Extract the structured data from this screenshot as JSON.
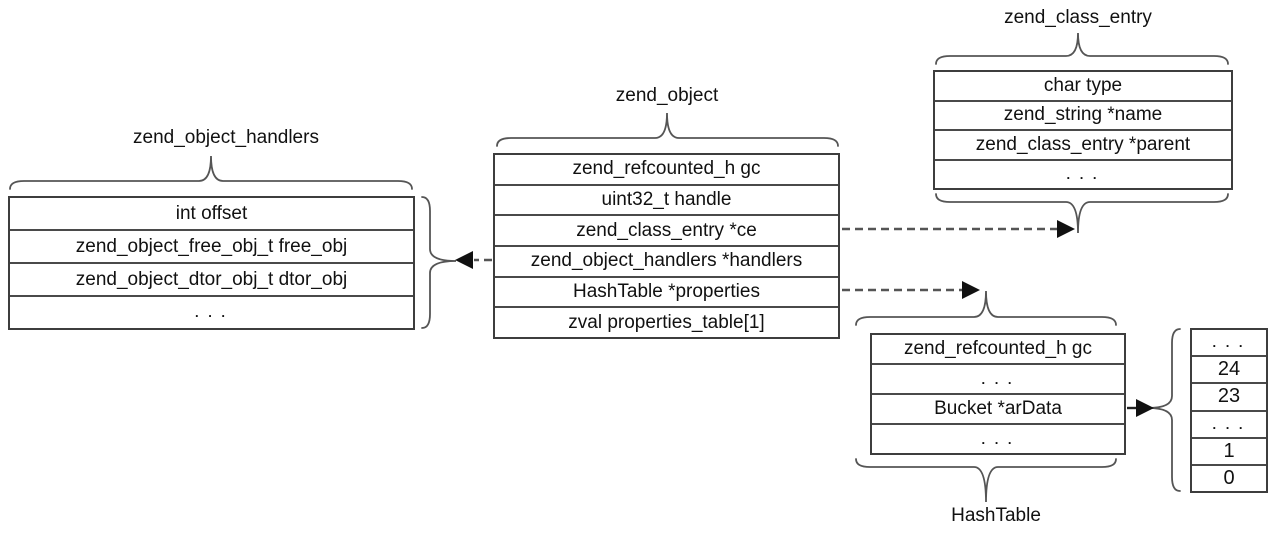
{
  "diagram": {
    "structs": {
      "zend_object_handlers": {
        "label": "zend_object_handlers",
        "rows": [
          "int offset",
          "zend_object_free_obj_t free_obj",
          "zend_object_dtor_obj_t dtor_obj",
          ". . ."
        ]
      },
      "zend_object": {
        "label": "zend_object",
        "rows": [
          "zend_refcounted_h gc",
          "uint32_t handle",
          "zend_class_entry *ce",
          "zend_object_handlers *handlers",
          "HashTable *properties",
          "zval properties_table[1]"
        ]
      },
      "zend_class_entry": {
        "label": "zend_class_entry",
        "rows": [
          "char type",
          "zend_string *name",
          "zend_class_entry *parent",
          ". . ."
        ]
      },
      "hashtable": {
        "label": "HashTable",
        "rows": [
          "zend_refcounted_h gc",
          ". . .",
          "Bucket *arData",
          ". . ."
        ]
      },
      "bucket_array": {
        "rows": [
          ". . .",
          "24",
          "23",
          ". . .",
          "1",
          "0"
        ]
      }
    },
    "connections": {
      "handlers_to_zend_object_handlers": "dashed",
      "ce_to_zend_class_entry": "dashed",
      "properties_to_hashtable": "dashed",
      "ardata_to_bucket_array": "solid"
    },
    "colors": {
      "background": "#ffffff",
      "table_border": "#3d3d3d",
      "row_divider": "#4a4a4a",
      "brace": "#555555",
      "dashed_arrow": "#555555",
      "arrowhead": "#111111",
      "text": "#111111"
    }
  }
}
